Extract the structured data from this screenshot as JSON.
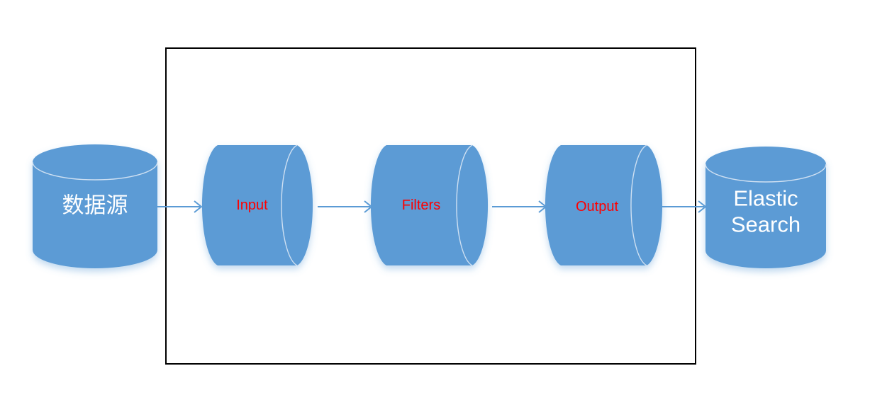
{
  "diagram": {
    "title_visible": false,
    "colors": {
      "cylinder_fill": "#5B9BD5",
      "cylinder_edge": "#C9DCEF",
      "arrow": "#5B9BD5",
      "box_border": "#000000",
      "label_white": "#FFFFFF",
      "label_red": "#FF0000",
      "background": "#FFFFFF"
    },
    "nodes": [
      {
        "id": "data-source",
        "label": "数据源",
        "shape": "cylinder-vertical",
        "label_color": "#FFFFFF",
        "inside_box": false
      },
      {
        "id": "input",
        "label": "Input",
        "shape": "cylinder-horizontal",
        "label_color": "#FF0000",
        "inside_box": true
      },
      {
        "id": "filters",
        "label": "Filters",
        "shape": "cylinder-horizontal",
        "label_color": "#FF0000",
        "inside_box": true
      },
      {
        "id": "output",
        "label": "Output",
        "shape": "cylinder-horizontal",
        "label_color": "#FF0000",
        "inside_box": true
      },
      {
        "id": "elastic-search",
        "label": "Elastic\nSearch",
        "shape": "cylinder-vertical",
        "label_color": "#FFFFFF",
        "inside_box": false
      }
    ],
    "edges": [
      {
        "id": "edge-1",
        "from": "data-source",
        "to": "input",
        "style": "arrow"
      },
      {
        "id": "edge-2",
        "from": "input",
        "to": "filters",
        "style": "arrow"
      },
      {
        "id": "edge-3",
        "from": "filters",
        "to": "output",
        "style": "arrow"
      },
      {
        "id": "edge-4",
        "from": "output",
        "to": "elastic-search",
        "style": "arrow"
      }
    ],
    "group": {
      "id": "pipeline-box",
      "label": "",
      "contains": [
        "input",
        "filters",
        "output"
      ]
    }
  }
}
